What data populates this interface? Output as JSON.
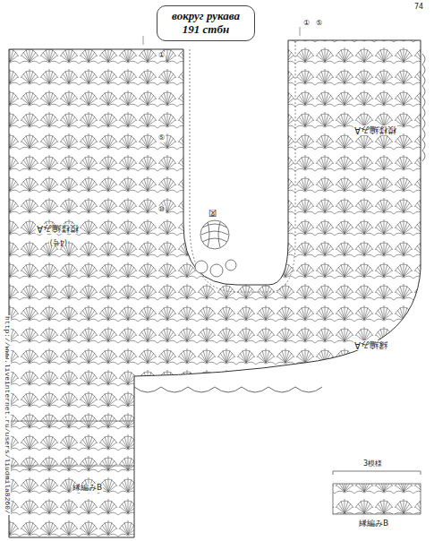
{
  "diagram": {
    "nodes": [
      {
        "text": [
          "вокруг рукава 191 стбн"
        ]
      }
    ],
    "labels": [
      "74",
      "模様編みA",
      "(4号)",
      "模様編みA",
      "縁編みA",
      "図",
      "縁編みB",
      "3模様",
      "縁編みB",
      "①",
      "⑤",
      "⑩",
      "①",
      "⑤",
      "http://www.liveinternet.ru/users/liudmila8260/"
    ]
  }
}
